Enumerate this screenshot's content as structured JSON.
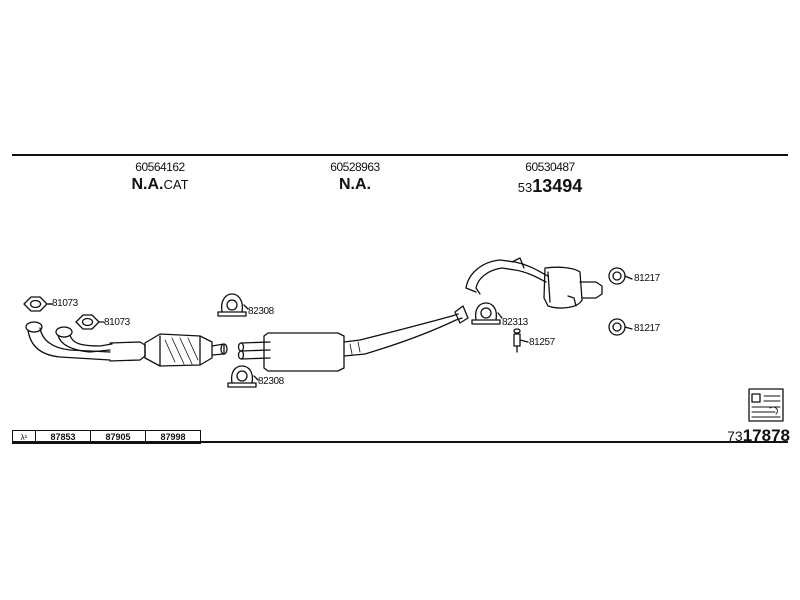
{
  "headers": {
    "front": {
      "number": "60564162",
      "code_bold": "N.A.",
      "code_suffix": "CAT"
    },
    "middle": {
      "number": "60528963",
      "code_bold": "N.A."
    },
    "rear": {
      "number": "60530487",
      "code_prefix": "53",
      "code_bold": "13494"
    }
  },
  "callouts": {
    "gasket_top": "81073",
    "gasket_mid": "81073",
    "clamp_upper": "82308",
    "clamp_lower": "82308",
    "clamp_rear": "82313",
    "mount_rubber": "81257",
    "ring_upper": "81217",
    "ring_lower": "81217"
  },
  "reference_table": {
    "lambda": "λ¹",
    "values": [
      "87853",
      "87905",
      "87998"
    ]
  },
  "diagram_id": {
    "prefix": "73",
    "bold": "17878"
  }
}
